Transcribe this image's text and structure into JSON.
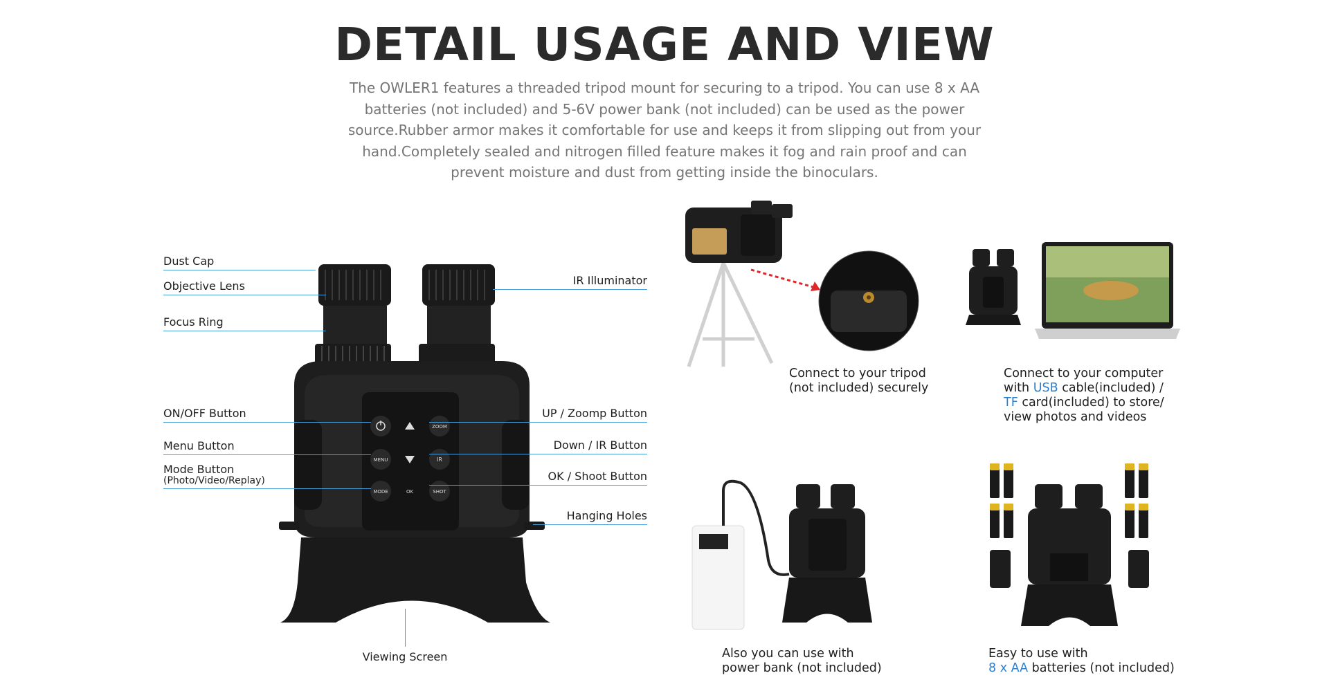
{
  "header": {
    "title": "DETAIL USAGE AND VIEW",
    "description_lines": [
      "The OWLER1 features a threaded tripod mount for securing to a tripod. You can use 8 x AA",
      "batteries (not included) and 5-6V power bank (not included) can be used as the power",
      "source.Rubber armor makes it comfortable for use and keeps it from slipping out from your",
      "hand.Completely sealed and nitrogen filled feature makes it fog and rain proof and can",
      "prevent moisture and dust from getting inside the binoculars."
    ]
  },
  "callouts": {
    "dust_cap": "Dust Cap",
    "objective_lens": "Objective Lens",
    "focus_ring": "Focus Ring",
    "on_off_button": "ON/OFF Button",
    "menu_button": "Menu Button",
    "mode_button": "Mode Button",
    "mode_button_sub": "(Photo/Video/Replay)",
    "ir_illuminator": "IR Illuminator",
    "up_zoom_button": "UP / Zoomp Button",
    "down_ir_button": "Down / IR Button",
    "ok_shoot_button": "OK / Shoot Button",
    "hanging_holes": "Hanging Holes",
    "viewing_screen": "Viewing Screen"
  },
  "device_button_labels": {
    "zoom": "ZOOM",
    "menu": "MENU",
    "ir": "IR",
    "mode": "MODE",
    "ok": "OK",
    "shot": "SHOT"
  },
  "usage": {
    "tripod": {
      "line1": "Connect to your tripod",
      "line2": "(not included) securely"
    },
    "computer": {
      "line1": "Connect to your computer",
      "line2_pre": "with ",
      "usb": "USB",
      "line2_post": " cable(included) /",
      "tf": "TF",
      "line3_post": " card(included) to store/",
      "line4": "view photos and videos"
    },
    "powerbank": {
      "line1": "Also you can use with",
      "line2": "power bank (not included)"
    },
    "batteries": {
      "line1": "Easy to use with",
      "battery_count": "8 x AA",
      "line2_post": " batteries (not included)"
    }
  },
  "colors": {
    "accent_line": "#4a9fd8",
    "link_blue": "#2a7fcf",
    "title": "#2b2b2b",
    "body_text": "#757575",
    "arrow_red": "#e0262b"
  }
}
